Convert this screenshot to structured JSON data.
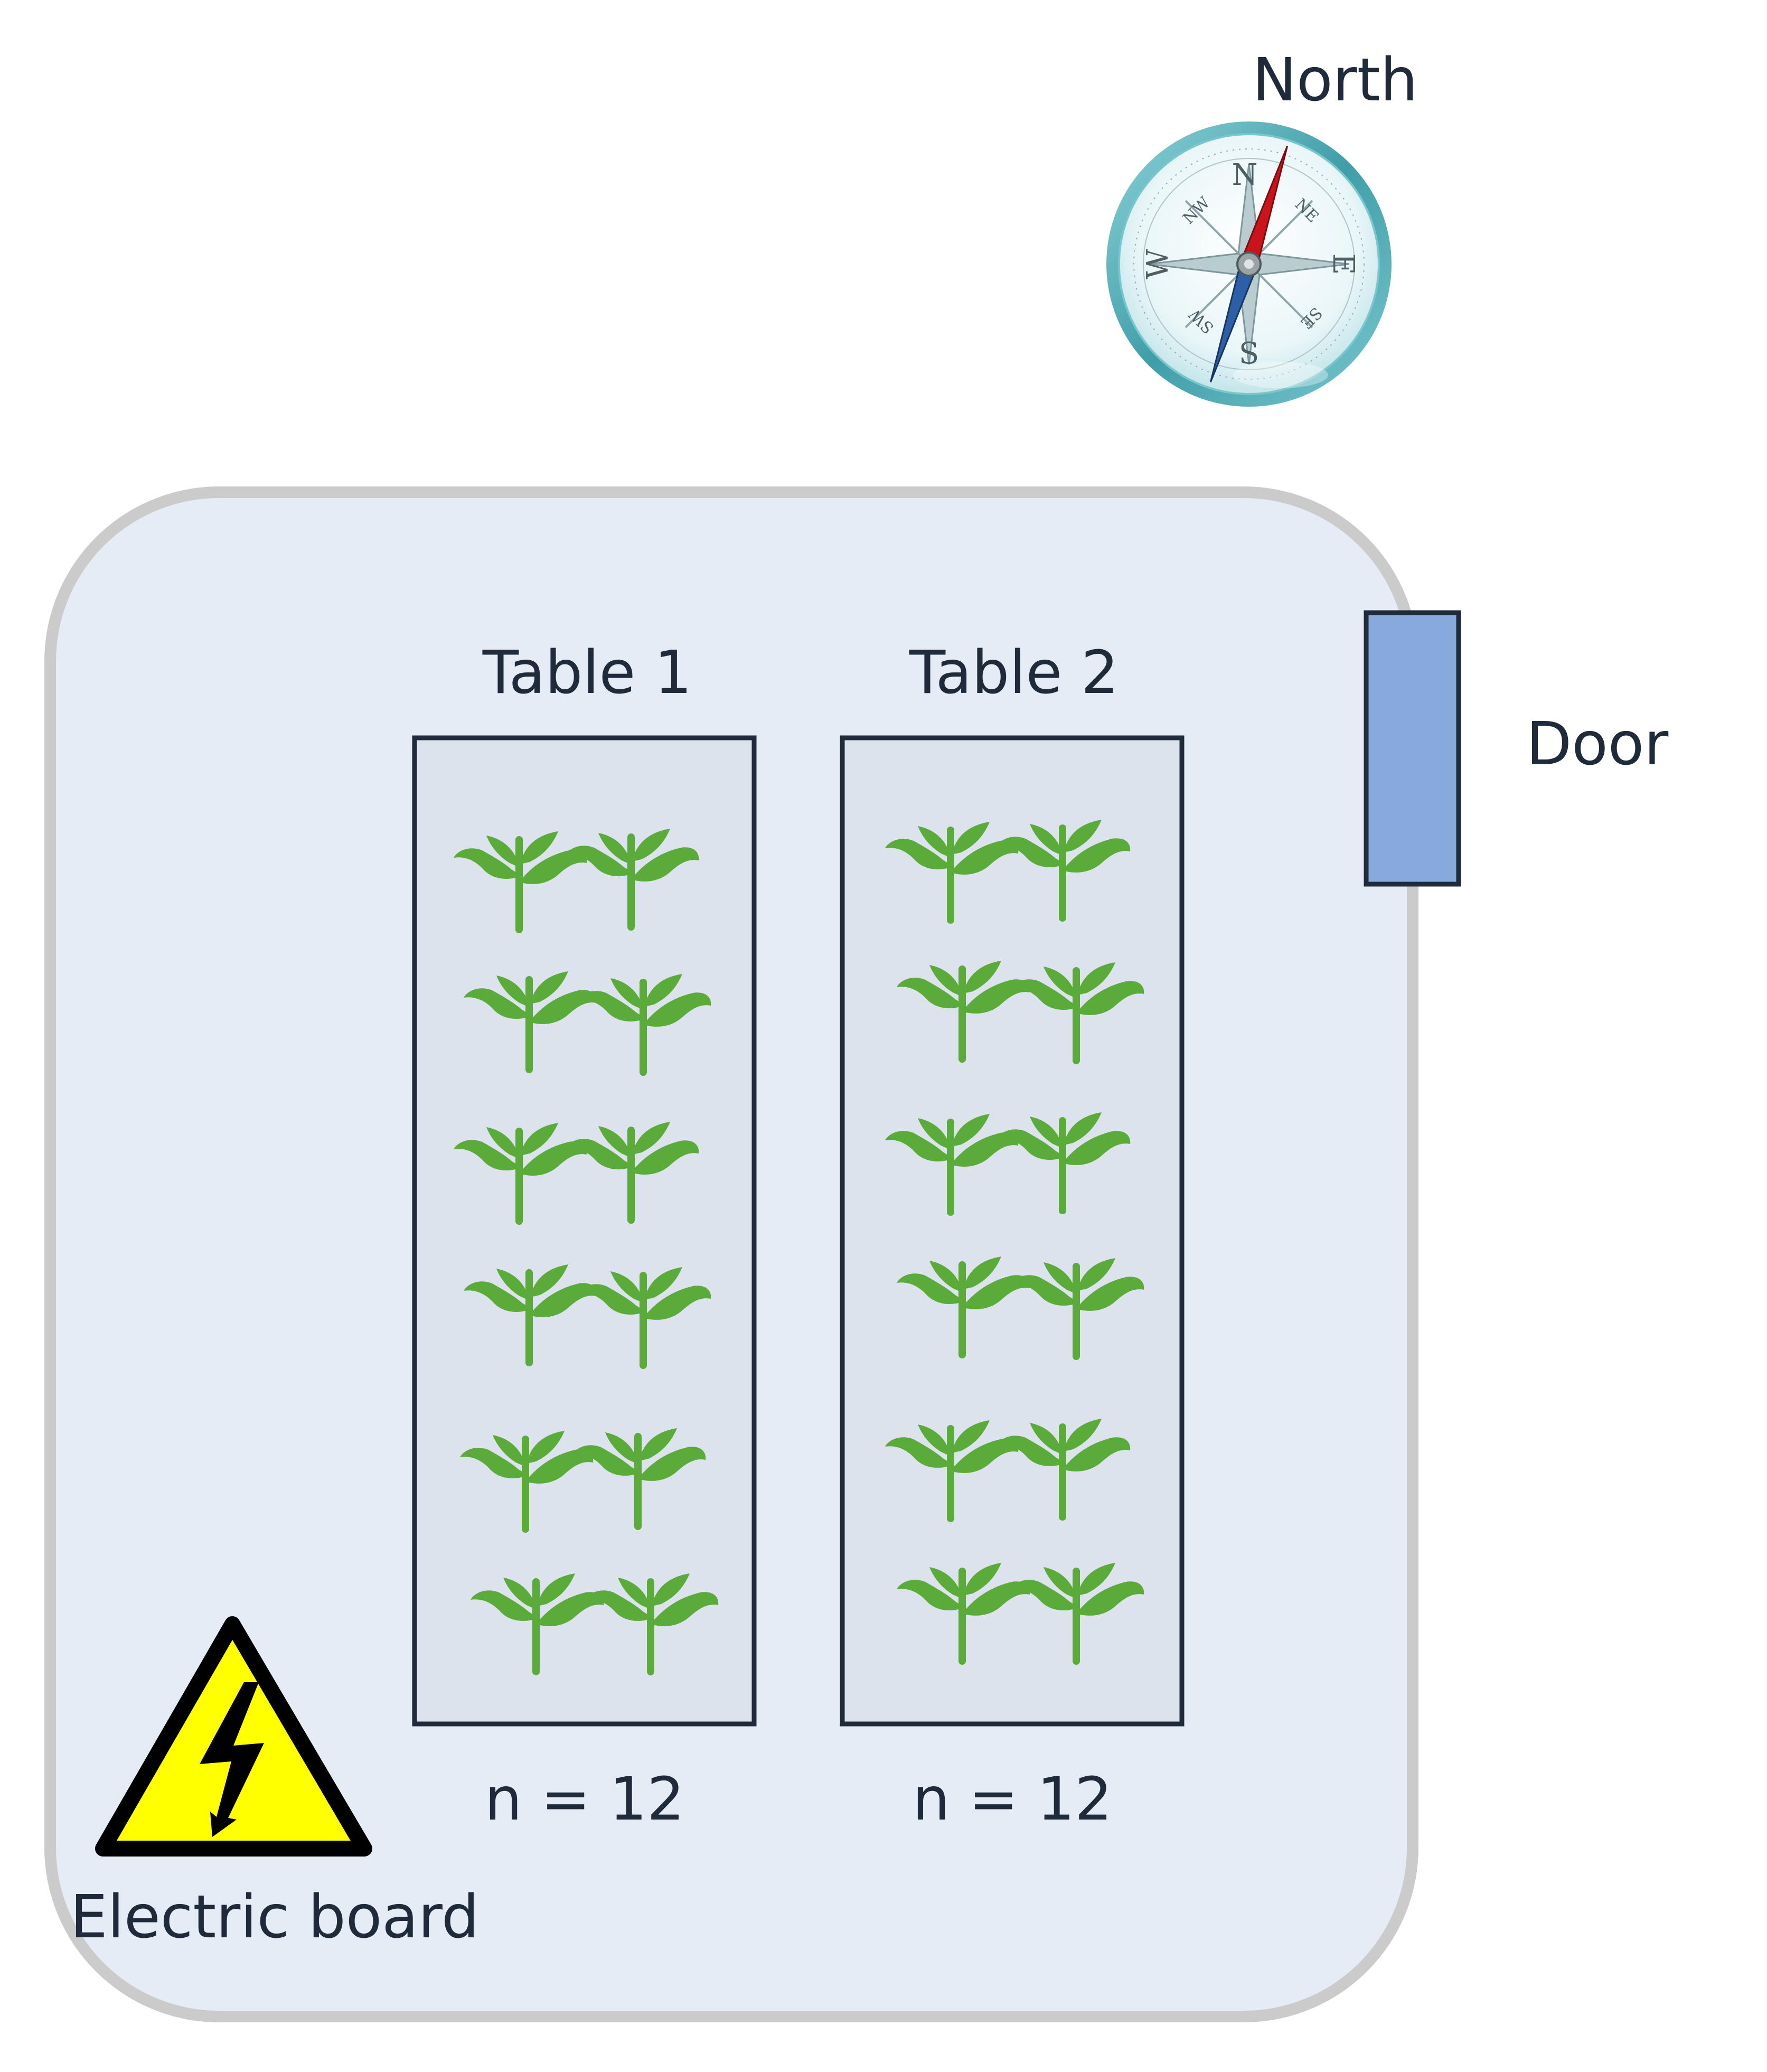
{
  "compass": {
    "label": "North",
    "cardinals": {
      "n": "N",
      "e": "E",
      "s": "S",
      "w": "W"
    },
    "intercardinals": {
      "ne": "NE",
      "se": "SE",
      "sw": "SW",
      "nw": "NW"
    }
  },
  "room": {
    "door_label": "Door",
    "electric_board_label": "Electric board"
  },
  "tables": [
    {
      "title": "Table 1",
      "count_label": "n = 12",
      "plants": 12
    },
    {
      "title": "Table 2",
      "count_label": "n = 12",
      "plants": 12
    }
  ],
  "colors": {
    "room_fill": "#e6ecf6",
    "room_stroke": "#cbcbcb",
    "table_fill": "#dde3ed",
    "table_stroke": "#1f2a3a",
    "door_fill": "#87a9dc",
    "plant_green": "#5aab3a",
    "warning_yellow": "#ffff00",
    "compass_ring": "#5ab5bd",
    "needle_north": "#c9141c",
    "needle_south": "#2d5ea8"
  },
  "icons": {
    "plant": "sprout-icon",
    "compass": "compass-icon",
    "warning": "high-voltage-warning-icon"
  }
}
